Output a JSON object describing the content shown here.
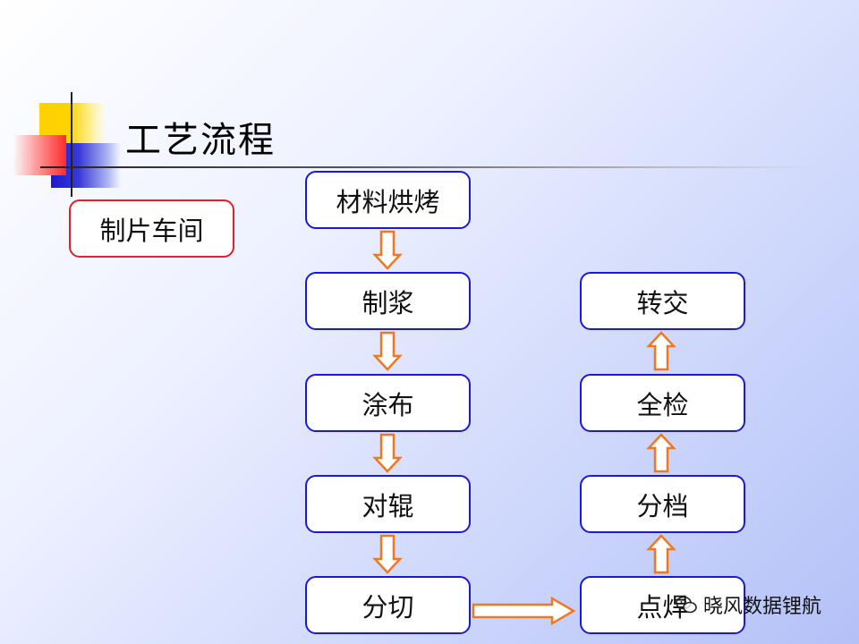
{
  "title": "工艺流程",
  "workshop": "制片车间",
  "left_column": [
    "材料烘烤",
    "制浆",
    "涂布",
    "对辊",
    "分切"
  ],
  "right_column": [
    "转交",
    "全检",
    "分档",
    "点焊"
  ],
  "watermark": "晓风数据锂航",
  "colors": {
    "box_border": "#1a1ad6",
    "workshop_border": "#e0202a",
    "arrow": "#f07820"
  }
}
